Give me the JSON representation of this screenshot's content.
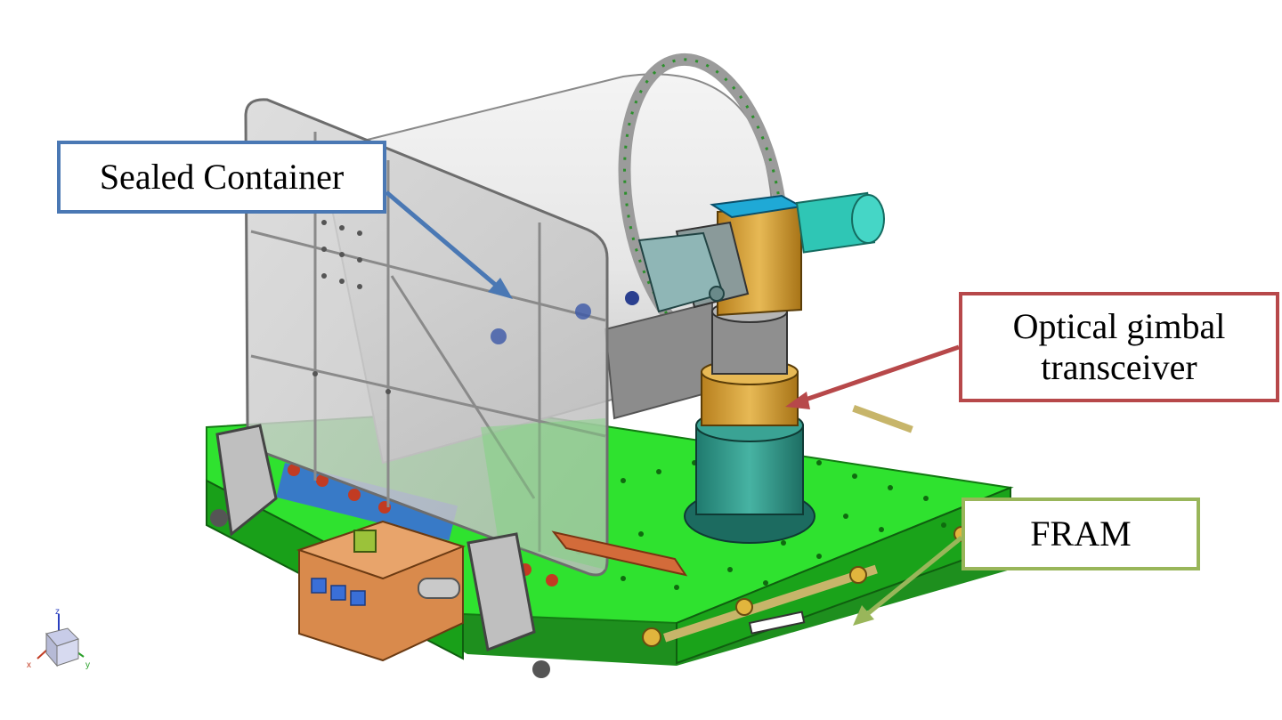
{
  "labels": {
    "sealed_container": "Sealed Container",
    "optical_gimbal_line1": "Optical gimbal",
    "optical_gimbal_line2": "transceiver",
    "fram": "FRAM"
  },
  "axis_triad": {
    "x": "x",
    "y": "y",
    "z": "z"
  },
  "colors": {
    "sealed_container_callout": "#4a78b4",
    "optical_gimbal_callout": "#b7484a",
    "fram_callout": "#99b65a",
    "fram_deck": "#2fe22f",
    "gimbal_gold": "#d9a63b",
    "gimbal_teal": "#3aa394",
    "telescope_cyan": "#2fc6b5",
    "electronics_box": "#d98a4c"
  }
}
